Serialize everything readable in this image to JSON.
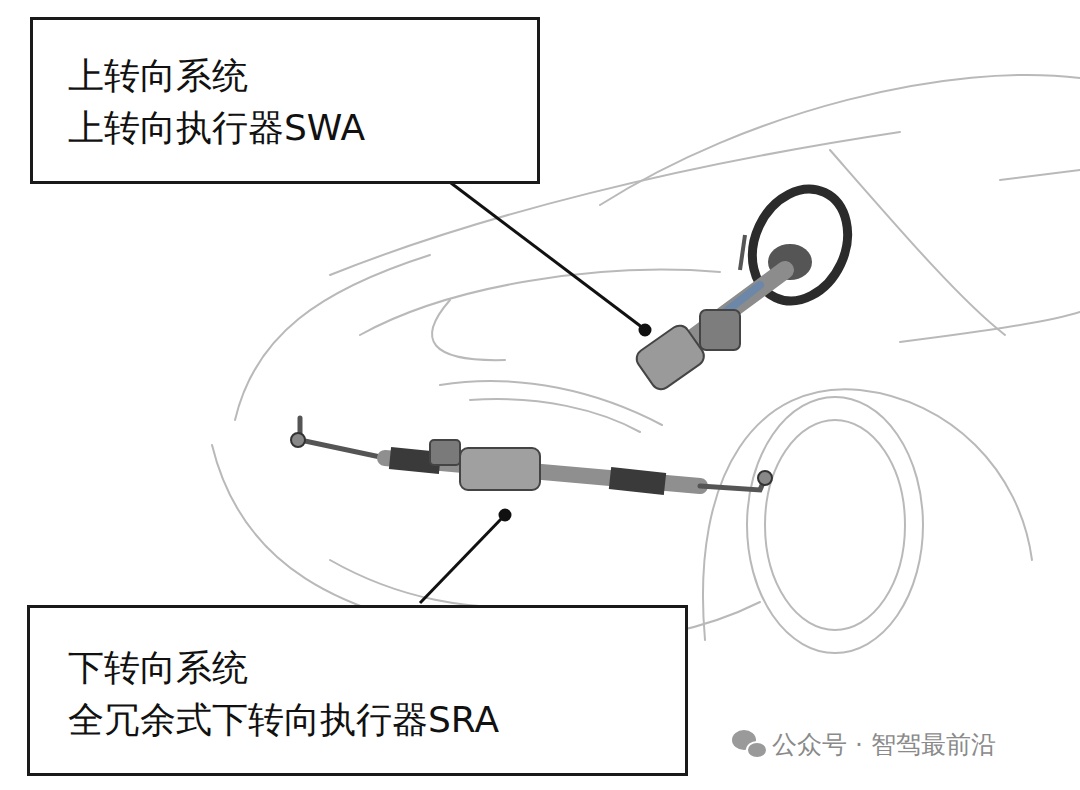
{
  "diagram": {
    "nodes": [
      {
        "text": [
          "上转向系统",
          "上转向执行器SWA"
        ]
      },
      {
        "text": [
          "下转向系统",
          "全冗余式下转向执行器SRA"
        ]
      }
    ],
    "labels": [
      "公众号 · 智驾最前沿"
    ]
  }
}
